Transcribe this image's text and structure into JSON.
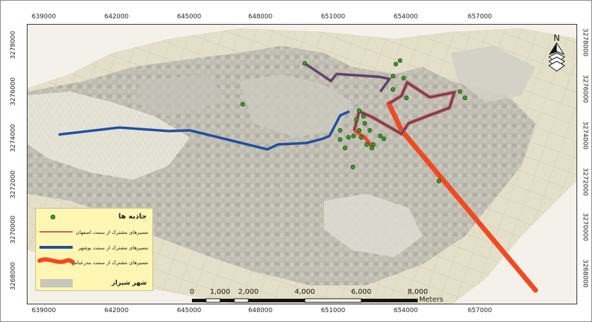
{
  "map": {
    "x_ticks": [
      "639000",
      "642000",
      "645000",
      "648000",
      "651000",
      "654000",
      "657000"
    ],
    "y_ticks": [
      "3278000",
      "3276000",
      "3274000",
      "3272000",
      "3270000",
      "3268000"
    ],
    "colors": {
      "isfahan_route": "#b03030",
      "bushehr_route": "#1f4fa0",
      "bandarabbas_route": "#f04a22",
      "attractions": "#3a9a2a",
      "city": "#c8c6bc"
    }
  },
  "legend": {
    "title": "جاذبه ها",
    "isfahan": "مسیرهای مشترک از سمت اصفهان",
    "bushehr": "مسیرهای مشترک از سمت بوشهر",
    "bandarabbas": "مسیرهای مشترک از سمت بندرعباس",
    "city": "شهر شیراز"
  },
  "scale": {
    "labels": [
      "0",
      "1,000",
      "2,000",
      "4,000",
      "6,000",
      "8,000"
    ],
    "unit": "Meters"
  },
  "north": {
    "label": "N"
  }
}
